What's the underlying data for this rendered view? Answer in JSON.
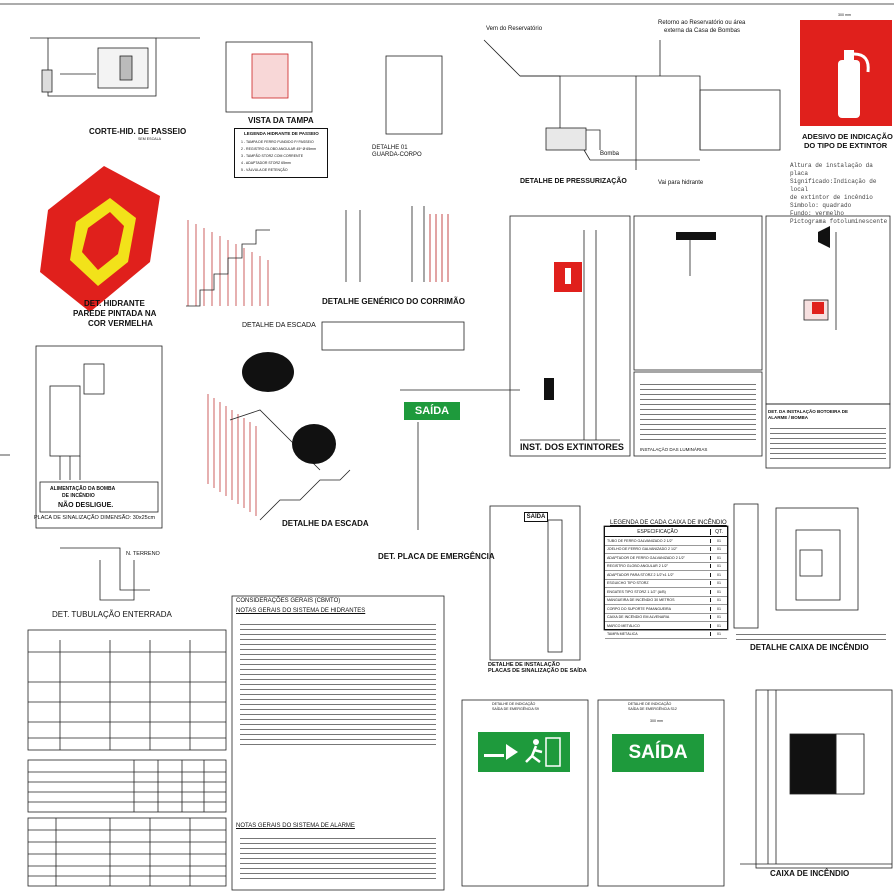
{
  "titles": {
    "corte_hid": "CORTE-HID. DE PASSEIO",
    "vista_tampa": "VISTA DA TAMPA",
    "detalhe01": "DETALHE 01",
    "guarda_corpo": "GUARDA-CORPO",
    "pressurizacao": "DETALHE DE PRESSURIZAÇÃO",
    "adesivo_1": "ADESIVO DE INDICAÇÃO",
    "adesivo_2": "DO TIPO DE EXTINTOR",
    "det_hidrante_1": "DET. HIDRANTE",
    "det_hidrante_2": "PAREDE PINTADA NA",
    "det_hidrante_3": "COR VERMELHA",
    "detalhe_escada": "DETALHE DA ESCADA",
    "corrimao": "DETALHE GENÉRICO DO CORRIMÃO",
    "inst_extintores": "INST. DOS EXTINTORES",
    "detalhe_escada_2": "DETALHE DA ESCADA",
    "placa_emergencia": "DET. PLACA DE EMERGÊNCIA",
    "tubulacao": "DET. TUBULAÇÃO ENTERRADA",
    "consideracoes": "CONSIDERAÇÕES GERAIS (CBMTO)",
    "notas_hidrantes": "NOTAS GERAIS DO SISTEMA DE HIDRANTES",
    "notas_alarme": "NOTAS GERAIS DO SISTEMA DE ALARME",
    "legenda_caixa": "LEGENDA DE CADA CAIXA DE INCÊNDIO",
    "detalhe_caixa": "DETALHE CAIXA DE INCÊNDIO",
    "caixa_incendio": "CAIXA DE INCÊNDIO",
    "inst_placas_1": "DETALHE DE INSTALAÇÃO",
    "inst_placas_2": "PLACAS DE SINALIZAÇÃO DE SAÍDA",
    "det_ind_s9_1": "DETALHE DE INDICAÇÃO",
    "det_ind_s9_2": "SAÍDA DE EMERGÊNCIA S9",
    "det_ind_s12_1": "DETALHE DE INDICAÇÃO",
    "det_ind_s12_2": "SAÍDA DE EMERGÊNCIA S12",
    "det_botoeira_1": "DET. DA INSTALAÇÃO BOTOEIRA DE",
    "det_botoeira_2": "ALARME / BOMBA",
    "instalacao_luminarias": "INSTALAÇÃO DAS LUMINÁRIAS",
    "alimentacao_1": "ALIMENTAÇÃO DA BOMBA",
    "alimentacao_2": "DE INCÊNDIO",
    "nao_desligue": "NÃO DESLIGUE.",
    "placa_sinalizacao": "PLACA DE SINALIZAÇÃO  DIMENSÃO: 30x25cm",
    "legenda_hidrante": "LEGENDA HIDRANTE DE PASSEIO",
    "sem_escala": "SEM ESCALA"
  },
  "labels": {
    "vem_reservatorio": "Vem do Reservatório",
    "retorno_reservatorio": "Retorno ao Reservatório ou área",
    "casa_bombas": "externa da Casa de Bombas",
    "bomba": "Bomba",
    "vai_hidrante": "Vai para hidrante",
    "saida": "SAÍDA",
    "dim_300": "300 mm",
    "especificacao": "ESPECIFICAÇÃO",
    "qt": "QT.",
    "terreno": "N. TERRENO",
    "altura_instalacao": "Altura de instalação da placa",
    "significado": "Significado:Indicação de local",
    "de_extintor": "de extintor de incêndio",
    "simbolo": "Símbolo: quadrado",
    "fundo": "Fundo: vermelho",
    "pictograma": "Pictograma fotoluminescente"
  },
  "legenda_caixa": [
    "TUBO DE FERRO GALVANIZADO 2 1/2\"",
    "JOELHO DE FERRO GALVANIZADO 2 1/2\"",
    "ADAPTADOR DE FERRO GALVANIZADO 2 1/2\"",
    "REGISTRO GLOBO ANGULAR 2 1/2\"",
    "ADAPTADOR PARA STORZ 2 1/2\"x1 1/2\"",
    "ESGUICHO TIPO STORZ",
    "ENGATES TIPO STORZ 1 1/2\" (A/B)",
    "MANGUEIRA DE INCÊNDIO 30 METROS",
    "CORPO DO SUPORTE P/MANGUEIRA",
    "CAIXA DE INCÊNDIO EM ALVENARIA",
    "MARCO METÁLICO",
    "TAMPA METÁLICA"
  ],
  "legenda_caixa_qt": [
    "01",
    "01",
    "01",
    "01",
    "01",
    "01",
    "01",
    "01",
    "01",
    "01",
    "01",
    "01"
  ],
  "legenda_hidrante": [
    "1 - TAMPA DE FERRO FUNDIDO P/ PASSEIO",
    "2 - REGISTRO GLOBO ANGULAR 45º Ø 65mm",
    "3 - TAMPÃO STORZ COM CORRENTE",
    "4 - ADAPTADOR STORZ 65mm",
    "5 - VÁLVULA DE RETENÇÃO"
  ],
  "colors": {
    "red": "#e0201c",
    "yellow": "#f2e21a",
    "green": "#1e9a3c",
    "black": "#111111"
  }
}
